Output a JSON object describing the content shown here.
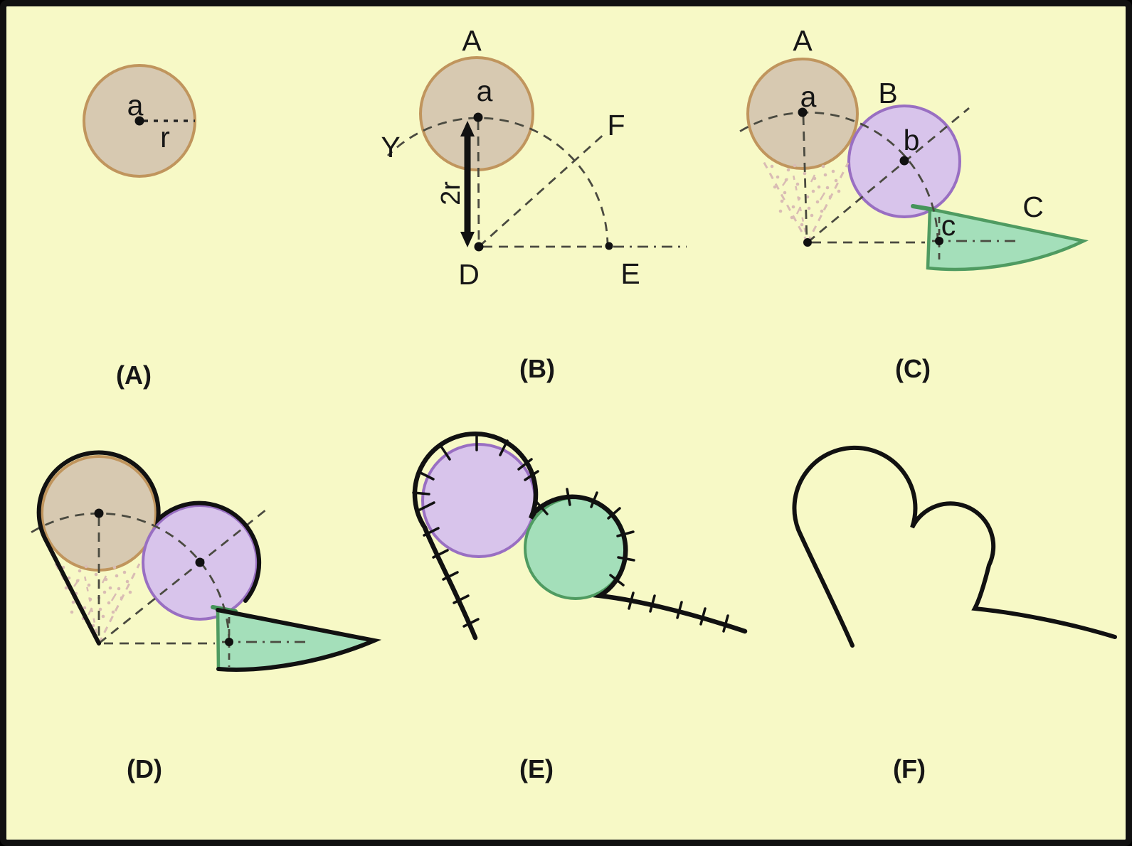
{
  "figure": {
    "background_color": "#f7f9c6",
    "colors": {
      "tan_fill": "#d7c9b1",
      "tan_stroke": "#c0955d",
      "purple_fill": "#d8c4eb",
      "purple_stroke": "#996fc2",
      "green_fill": "#a4dfba",
      "green_stroke": "#4f9b61",
      "construction_dash": "#4a4a40",
      "erased_pink": "#d9bcb4",
      "outline_black": "#111111"
    },
    "panels": {
      "A": {
        "caption": "(A)",
        "labels": {
          "center": "a",
          "radius": "r"
        }
      },
      "B": {
        "caption": "(B)",
        "labels": {
          "circle": "A",
          "center": "a",
          "arrow": "2r",
          "arc_end": "Y",
          "diagonal_point": "F",
          "vertex": "D",
          "horizontal_point": "E"
        }
      },
      "C": {
        "caption": "(C)",
        "labels": {
          "circle_a": "A",
          "center_a": "a",
          "circle_b": "B",
          "center_b": "b",
          "fin": "C",
          "fin_point": "c"
        }
      },
      "D": {
        "caption": "(D)",
        "labels": {}
      },
      "E": {
        "caption": "(E)",
        "labels": {}
      },
      "F": {
        "caption": "(F)",
        "labels": {}
      }
    }
  }
}
